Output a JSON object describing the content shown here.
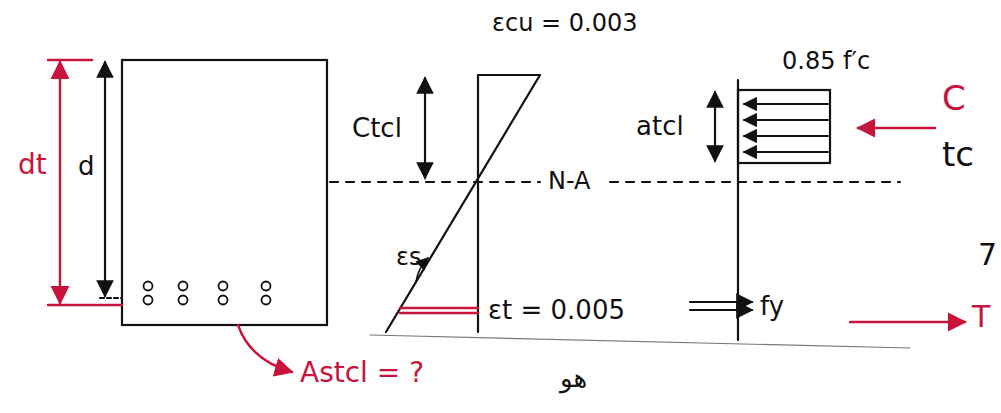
{
  "diagram": {
    "labels": [
      "dt",
      "d",
      "εcu = 0.003",
      "Ctcl",
      "N-A",
      "εs",
      "εt = 0.005",
      "0.85 f′c",
      "atcl",
      "C",
      "tc",
      "7",
      "fy",
      "T",
      "Astcl = ?",
      "هو"
    ]
  }
}
